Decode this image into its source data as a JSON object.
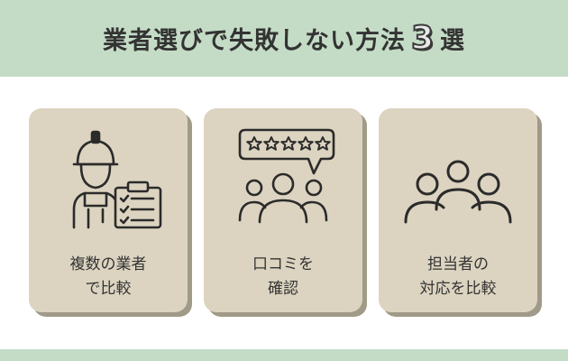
{
  "header": {
    "title_before": "業者選びで失敗しない方法",
    "title_number": "3",
    "title_after": "選"
  },
  "cards": [
    {
      "icon": "worker-with-clipboard-icon",
      "line1": "複数の業者",
      "line2": "で比較"
    },
    {
      "icon": "reviews-stars-icon",
      "line1": "口コミを",
      "line2": "確認"
    },
    {
      "icon": "people-group-icon",
      "line1": "担当者の",
      "line2": "対応を比較"
    }
  ],
  "colors": {
    "header_bg": "#c4dcc6",
    "card_bg": "#dcd4c0",
    "card_shadow": "#a09a88",
    "icon_stroke": "#2b2b2b",
    "text": "#333333"
  }
}
